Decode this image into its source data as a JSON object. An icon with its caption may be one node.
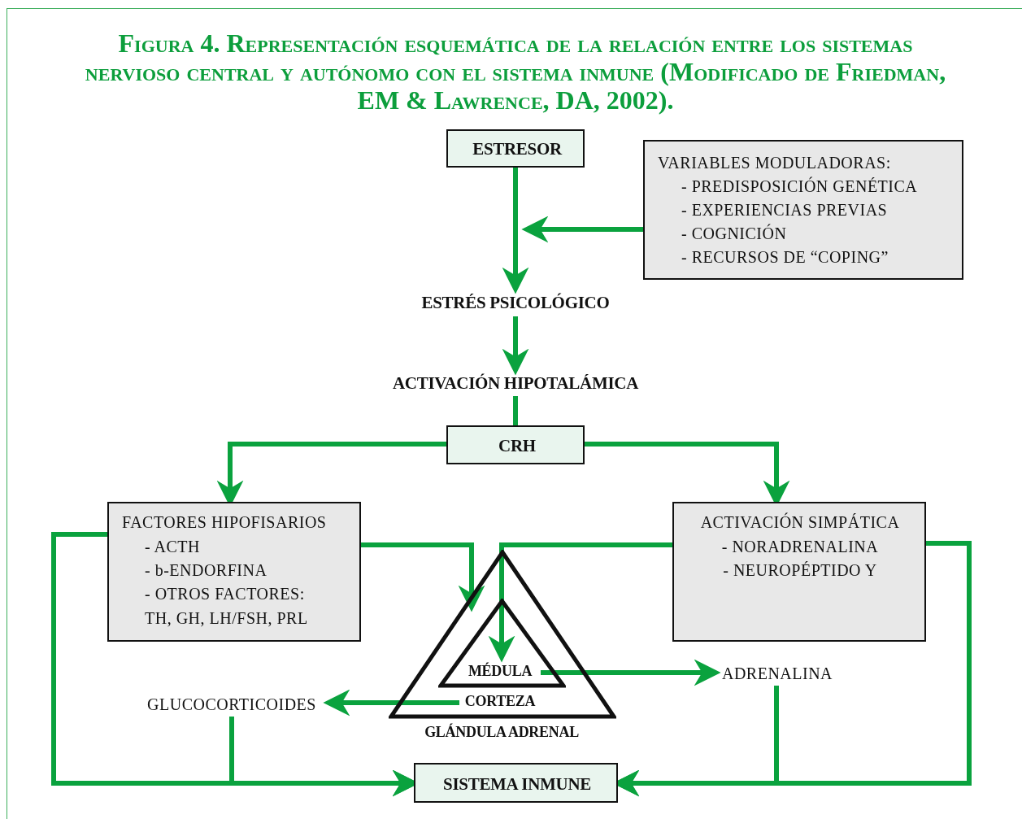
{
  "diagram": {
    "title": "Figura 4. Representación esquemática de la relación entre los sistemas nervioso central y autónomo con el sistema inmune (Modificado de Friedman, EM & Lawrence, DA, 2002).",
    "nodes": [
      {
        "text": [
          "ESTRESOR"
        ]
      },
      {
        "text": [
          "VARIABLES MODULADORAS:",
          "- PREDISPOSICIÓN GENÉTICA",
          "- EXPERIENCIAS PREVIAS",
          "- COGNICIÓN",
          "- RECURSOS DE “COPING”"
        ]
      },
      {
        "text": [
          "ESTRÉS PSICOLÓGICO"
        ]
      },
      {
        "text": [
          "ACTIVACIÓN HIPOTALÁMICA"
        ]
      },
      {
        "text": [
          "CRH"
        ]
      },
      {
        "text": [
          "FACTORES HIPOFISARIOS",
          "- ACTH",
          "- b-ENDORFINA",
          "- OTROS FACTORES:",
          "TH, GH, LH/FSH, PRL"
        ]
      },
      {
        "text": [
          "ACTIVACIÓN SIMPÁTICA",
          "- NORADRENALINA",
          "- NEUROPÉPTIDO Y"
        ]
      },
      {
        "text": [
          "CORTEZA"
        ],
        "beside": [
          "GLÁNDULA ADRENAL"
        ]
      },
      {
        "text": [
          "MÉDULA"
        ],
        "in": 7
      },
      {
        "text": [
          "ADRENALINA"
        ]
      },
      {
        "text": [
          "GLUCOCORTICOIDES"
        ]
      },
      {
        "text": [
          "SISTEMA INMUNE"
        ]
      }
    ],
    "edges": [
      {
        "from": 0,
        "to": 2,
        "arrow": "to"
      },
      {
        "from": 1,
        "to": null,
        "arrow": "to"
      },
      {
        "from": 2,
        "to": 3,
        "arrow": "to"
      },
      {
        "from": 3,
        "to": 4,
        "arrow": "none"
      },
      {
        "from": 4,
        "to": 5,
        "arrow": "to"
      },
      {
        "from": 4,
        "to": 6,
        "arrow": "to"
      },
      {
        "from": 5,
        "to": 7,
        "arrow": "to"
      },
      {
        "from": 6,
        "to": 8,
        "arrow": "to"
      },
      {
        "from": 8,
        "to": 9,
        "arrow": "to"
      },
      {
        "from": 7,
        "to": 10,
        "arrow": "to"
      },
      {
        "from": 10,
        "to": 11,
        "arrow": "to"
      },
      {
        "from": 5,
        "to": 11,
        "arrow": "to"
      },
      {
        "from": 9,
        "to": 11,
        "arrow": "to"
      },
      {
        "from": 6,
        "to": 11,
        "arrow": "to"
      }
    ]
  }
}
